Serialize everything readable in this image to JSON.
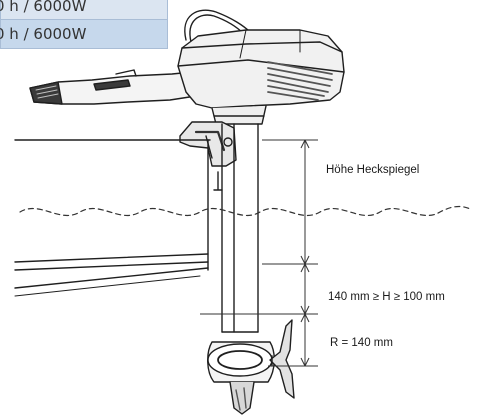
{
  "table": {
    "rows": [
      "0 h / 6000W",
      "0 h / 6000W"
    ]
  },
  "labels": {
    "transom_height": "Höhe Heckspiegel",
    "h_range": "140 mm ≥ H ≥ 100 mm",
    "r_value": "R = 140 mm"
  },
  "colors": {
    "line": "#1f1f1f",
    "dimension": "#333333",
    "table_row_a": "#dbe5f1",
    "table_row_b": "#c6d8ec"
  }
}
